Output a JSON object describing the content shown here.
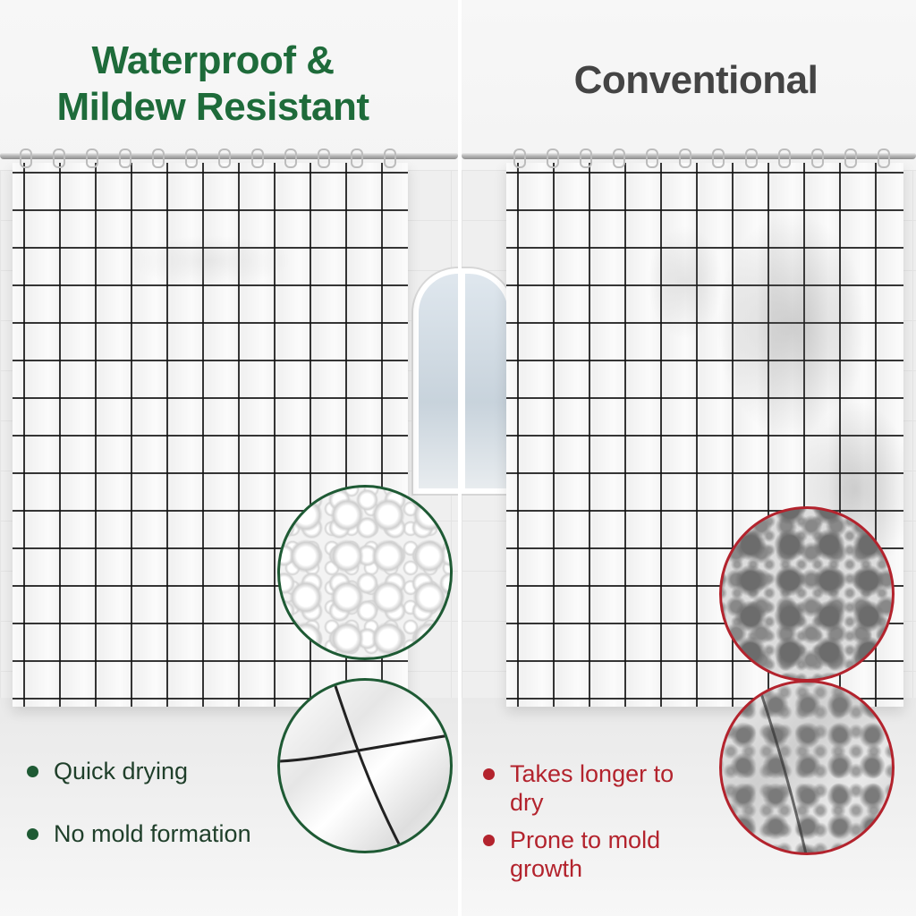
{
  "left_panel": {
    "title_line1": "Waterproof &",
    "title_line2": "Mildew Resistant",
    "title_color": "#1e6b3a",
    "bullets": [
      "Quick drying",
      "No mold formation"
    ],
    "accent_color": "#1e5a34",
    "closeups": [
      "water-droplets-closeup",
      "clean-fabric-fold-closeup"
    ]
  },
  "right_panel": {
    "title": "Conventional",
    "title_color": "#444444",
    "bullets": [
      "Takes longer to dry",
      "Prone to mold growth"
    ],
    "accent_color": "#b3232d",
    "closeups": [
      "mold-spots-closeup",
      "moldy-fabric-fold-closeup"
    ]
  }
}
